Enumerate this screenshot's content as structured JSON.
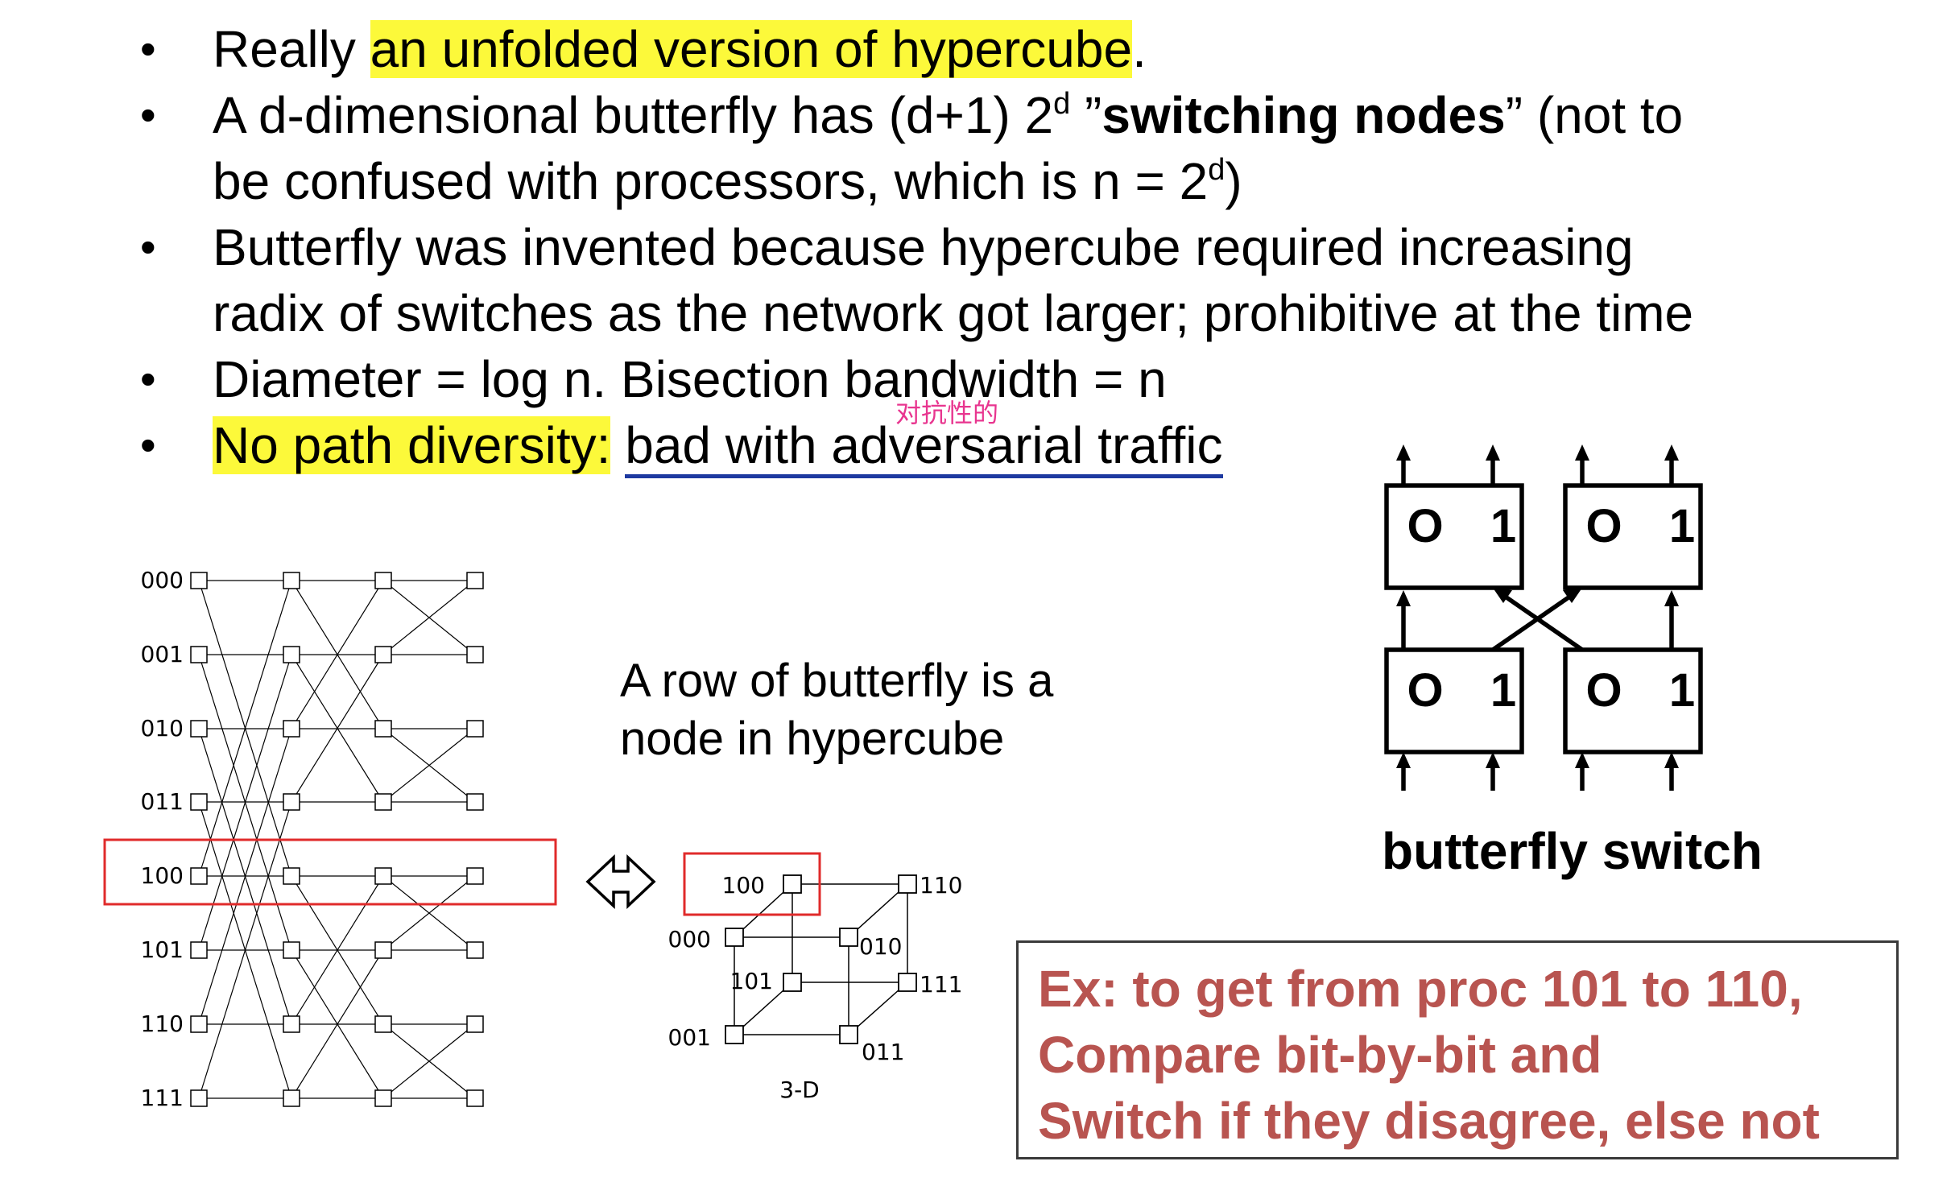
{
  "bullets": {
    "b1": {
      "pre": "Really ",
      "highlight": "an unfolded version of hypercube",
      "post": "."
    },
    "b2": {
      "line1_pre": "A d-dimensional butterfly has (d+1) 2",
      "sup": "d",
      "quote_open": " ”",
      "bold": "switching nodes",
      "line1_post": "” (not to",
      "line2_pre": "be confused with processors, which is n = 2",
      "line2_sup": "d",
      "line2_post": ")"
    },
    "b3": {
      "line1": "Butterfly was invented because hypercube required increasing",
      "line2": "radix of switches as the network got larger; prohibitive at the time"
    },
    "b4": {
      "text": "Diameter = log n. Bisection bandwidth = n"
    },
    "b5": {
      "highlight": "No path diversity:",
      "underlined": "bad with adversarial traffic"
    },
    "annotation": "对抗性的"
  },
  "butterfly": {
    "row_labels": [
      "000",
      "001",
      "010",
      "011",
      "100",
      "101",
      "110",
      "111"
    ],
    "highlighted_row": "100"
  },
  "caption": {
    "line1": "A row of butterfly is a",
    "line2": "node in hypercube"
  },
  "hypercube": {
    "nodes": {
      "n000": "000",
      "n001": "001",
      "n010": "010",
      "n011": "011",
      "n100": "100",
      "n101": "101",
      "n110": "110",
      "n111": "111"
    },
    "label": "3-D"
  },
  "switch": {
    "top_left": {
      "left": "O",
      "right": "1"
    },
    "top_right": {
      "left": "O",
      "right": "1"
    },
    "bottom_left": {
      "left": "O",
      "right": "1"
    },
    "bottom_right": {
      "left": "O",
      "right": "1"
    },
    "caption": "butterfly switch"
  },
  "example": {
    "line1": "Ex: to get from proc 101 to 110,",
    "line2": "Compare bit-by-bit and",
    "line3": "Switch if they disagree, else not"
  },
  "colors": {
    "highlight": "#fcf93a",
    "example_text": "#b85450",
    "red_box": "#e02b2b",
    "underline": "#1d39a0",
    "annotation": "#e8358f"
  }
}
